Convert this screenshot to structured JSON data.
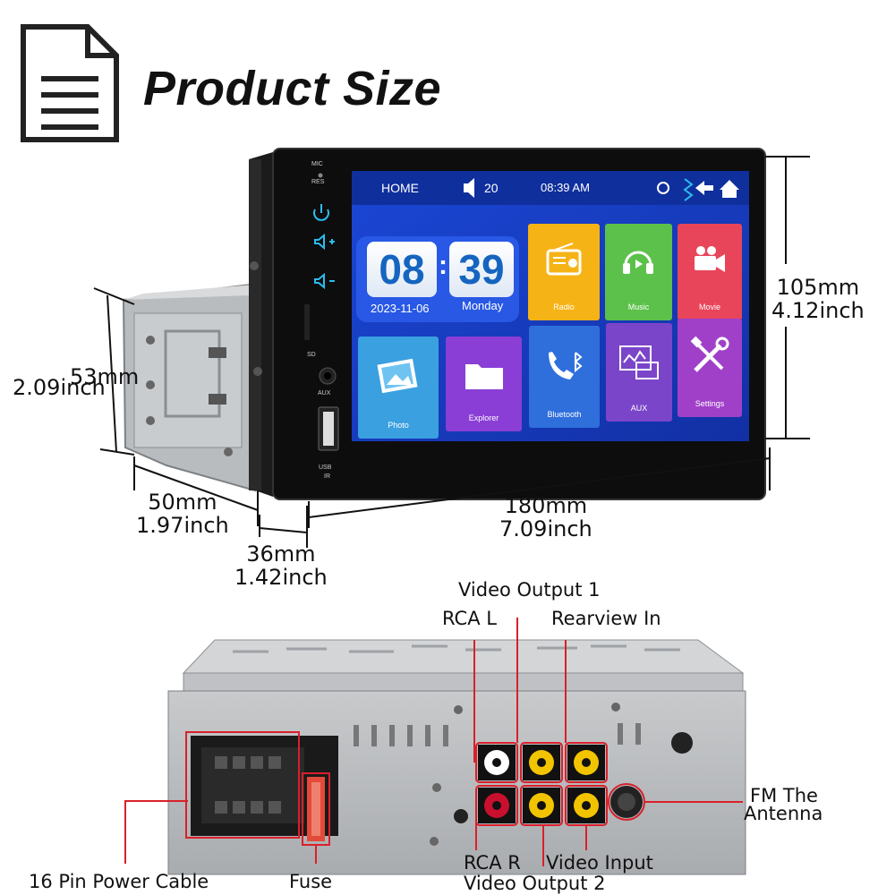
{
  "header": {
    "title": "Product Size",
    "doc_icon": "document-icon"
  },
  "device": {
    "status_bar": {
      "home": "HOME",
      "volume": "20",
      "time": "08:39 AM"
    },
    "clock": {
      "hours": "08",
      "minutes": "39",
      "date": "2023-11-06",
      "day": "Monday"
    },
    "tiles": [
      {
        "label": "Radio",
        "color": "#f5b315"
      },
      {
        "label": "Music",
        "color": "#5cc14a"
      },
      {
        "label": "Movie",
        "color": "#e8455a"
      },
      {
        "label": "Photo",
        "color": "#3aa0e0"
      },
      {
        "label": "Explorer",
        "color": "#8a3ed6"
      },
      {
        "label": "Bluetooth",
        "color": "#2f6fdc"
      },
      {
        "label": "AUX",
        "color": "#7b45c9"
      },
      {
        "label": "Settings",
        "color": "#a040c8"
      }
    ],
    "side_labels": {
      "mic": "MIC",
      "res": "RES",
      "sd": "SD",
      "aux": "AUX",
      "usb": "USB",
      "ir": "IR"
    }
  },
  "dimensions": {
    "height": {
      "mm": "105mm",
      "inch": "4.12inch"
    },
    "width": {
      "mm": "180mm",
      "inch": "7.09inch"
    },
    "depth_cage": {
      "mm": "50mm",
      "inch": "1.97inch"
    },
    "depth_front": {
      "mm": "36mm",
      "inch": "1.42inch"
    },
    "cage_height": {
      "mm": "53mm",
      "inch": "2.09inch"
    }
  },
  "ports": {
    "video_output_1": "Video Output 1",
    "rca_l": "RCA L",
    "rearview_in": "Rearview In",
    "fm_antenna_1": "FM The",
    "fm_antenna_2": "Antenna",
    "power_cable": "16 Pin Power Cable",
    "fuse": "Fuse",
    "rca_r": "RCA R",
    "video_input": "Video Input",
    "video_output_2": "Video Output 2"
  },
  "colors": {
    "highlight": "#d9202a",
    "screen_bg": "#1a3fc0",
    "rca_yellow": "#f2c400",
    "rca_red": "#c8102e"
  }
}
